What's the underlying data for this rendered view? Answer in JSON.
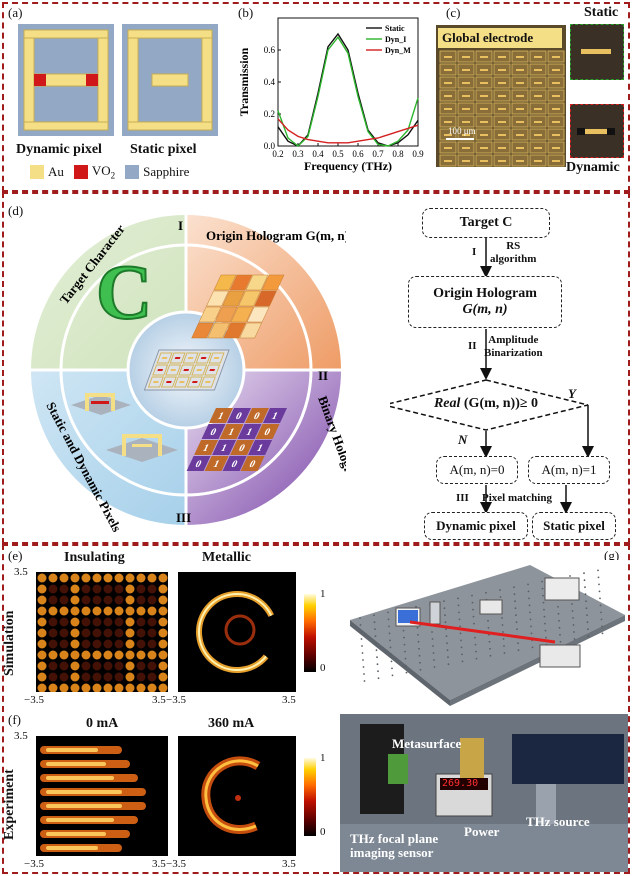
{
  "panel_a": {
    "label": "(a)",
    "dynamic_caption": "Dynamic pixel",
    "static_caption": "Static pixel",
    "legend": [
      {
        "name": "Au",
        "color": "#f5df86"
      },
      {
        "name": "VO",
        "sub": "2",
        "color": "#d01818"
      },
      {
        "name": "Sapphire",
        "color": "#93a8c4"
      }
    ]
  },
  "panel_b": {
    "label": "(b)"
  },
  "chart_data": {
    "type": "line",
    "xlabel": "Frequency (THz)",
    "ylabel": "Transmission",
    "xlim": [
      0.2,
      0.9
    ],
    "ylim": [
      0,
      0.8
    ],
    "xticks": [
      "0.2",
      "0.3",
      "0.4",
      "0.5",
      "0.6",
      "0.7",
      "0.8",
      "0.9"
    ],
    "yticks": [
      "0.0",
      "0.2",
      "0.4",
      "0.6"
    ],
    "legend_position": "top-right",
    "series": [
      {
        "name": "Static",
        "color": "#111111",
        "x": [
          0.2,
          0.25,
          0.3,
          0.35,
          0.4,
          0.45,
          0.5,
          0.55,
          0.6,
          0.65,
          0.7,
          0.75,
          0.8,
          0.85,
          0.9
        ],
        "y": [
          0.12,
          0.03,
          0.0,
          0.07,
          0.33,
          0.62,
          0.7,
          0.6,
          0.33,
          0.1,
          0.02,
          0.0,
          0.02,
          0.07,
          0.16
        ]
      },
      {
        "name": "Dyn_I",
        "color": "#2cb52c",
        "x": [
          0.2,
          0.25,
          0.3,
          0.35,
          0.4,
          0.45,
          0.5,
          0.55,
          0.6,
          0.65,
          0.7,
          0.75,
          0.8,
          0.85,
          0.9
        ],
        "y": [
          0.22,
          0.05,
          0.0,
          0.06,
          0.31,
          0.6,
          0.68,
          0.58,
          0.31,
          0.09,
          0.01,
          0.0,
          0.03,
          0.1,
          0.3
        ]
      },
      {
        "name": "Dyn_M",
        "color": "#d42020",
        "x": [
          0.2,
          0.25,
          0.3,
          0.35,
          0.4,
          0.45,
          0.5,
          0.55,
          0.6,
          0.65,
          0.7,
          0.75,
          0.8,
          0.85,
          0.9
        ],
        "y": [
          0.17,
          0.1,
          0.06,
          0.04,
          0.03,
          0.02,
          0.02,
          0.02,
          0.03,
          0.04,
          0.05,
          0.07,
          0.09,
          0.11,
          0.13
        ]
      }
    ]
  },
  "panel_c": {
    "label": "(c)",
    "global_electrode": "Global electrode",
    "scale_bar": "100 μm",
    "static": "Static",
    "dynamic": "Dynamic"
  },
  "panel_d": {
    "label": "(d)",
    "wheel": {
      "target_character": "Target Character",
      "origin_hologram": "Origin Hologram G(m, n)",
      "binary_hologram": "Binary Hologram A(m, n)",
      "static_dynamic": "Static and Dynamic Pixels",
      "roman_1": "I",
      "roman_2": "II",
      "roman_3": "III",
      "letter": "C"
    },
    "flow": {
      "target": "Target C",
      "step1_num": "I",
      "step1_text": "RS\nalgorithm",
      "origin_line1": "Origin Hologram",
      "origin_line2": "G(m, n)",
      "step2_num": "II",
      "step2_text": "Amplitude\nBinarization",
      "condition_real": "Real",
      "condition_rest": "(G(m, n))≥ 0",
      "yes": "Y",
      "no": "N",
      "a0": "A(m, n)=0",
      "a1": "A(m, n)=1",
      "step3_num": "III",
      "step3_text": "Pixel matching",
      "dynamic_pixel": "Dynamic pixel",
      "static_pixel": "Static pixel"
    }
  },
  "panel_e": {
    "label": "(e)",
    "row_label": "Simulation",
    "left_title": "Insulating",
    "right_title": "Metallic",
    "tick_top": "3.5",
    "tick_left": "−3.5",
    "tick_right": "3.5",
    "tick_right2": "3.5",
    "tick_left2": "−3.5",
    "cb_max": "1",
    "cb_min": "0"
  },
  "panel_f": {
    "label": "(f)",
    "row_label": "Experiment",
    "left_title": "0 mA",
    "right_title": "360 mA",
    "tick_top": "3.5",
    "tick_left": "−3.5",
    "tick_right": "3.5",
    "tick_left2": "−3.5",
    "tick_right2": "3.5",
    "cb_max": "1",
    "cb_min": "0"
  },
  "panel_g": {
    "label": "(g)",
    "metasurface": "Metasurface",
    "power": "Power",
    "thz_source": "THz source",
    "sensor_line1": "THz focal plane",
    "sensor_line2": "imaging sensor",
    "display": "269.30"
  }
}
